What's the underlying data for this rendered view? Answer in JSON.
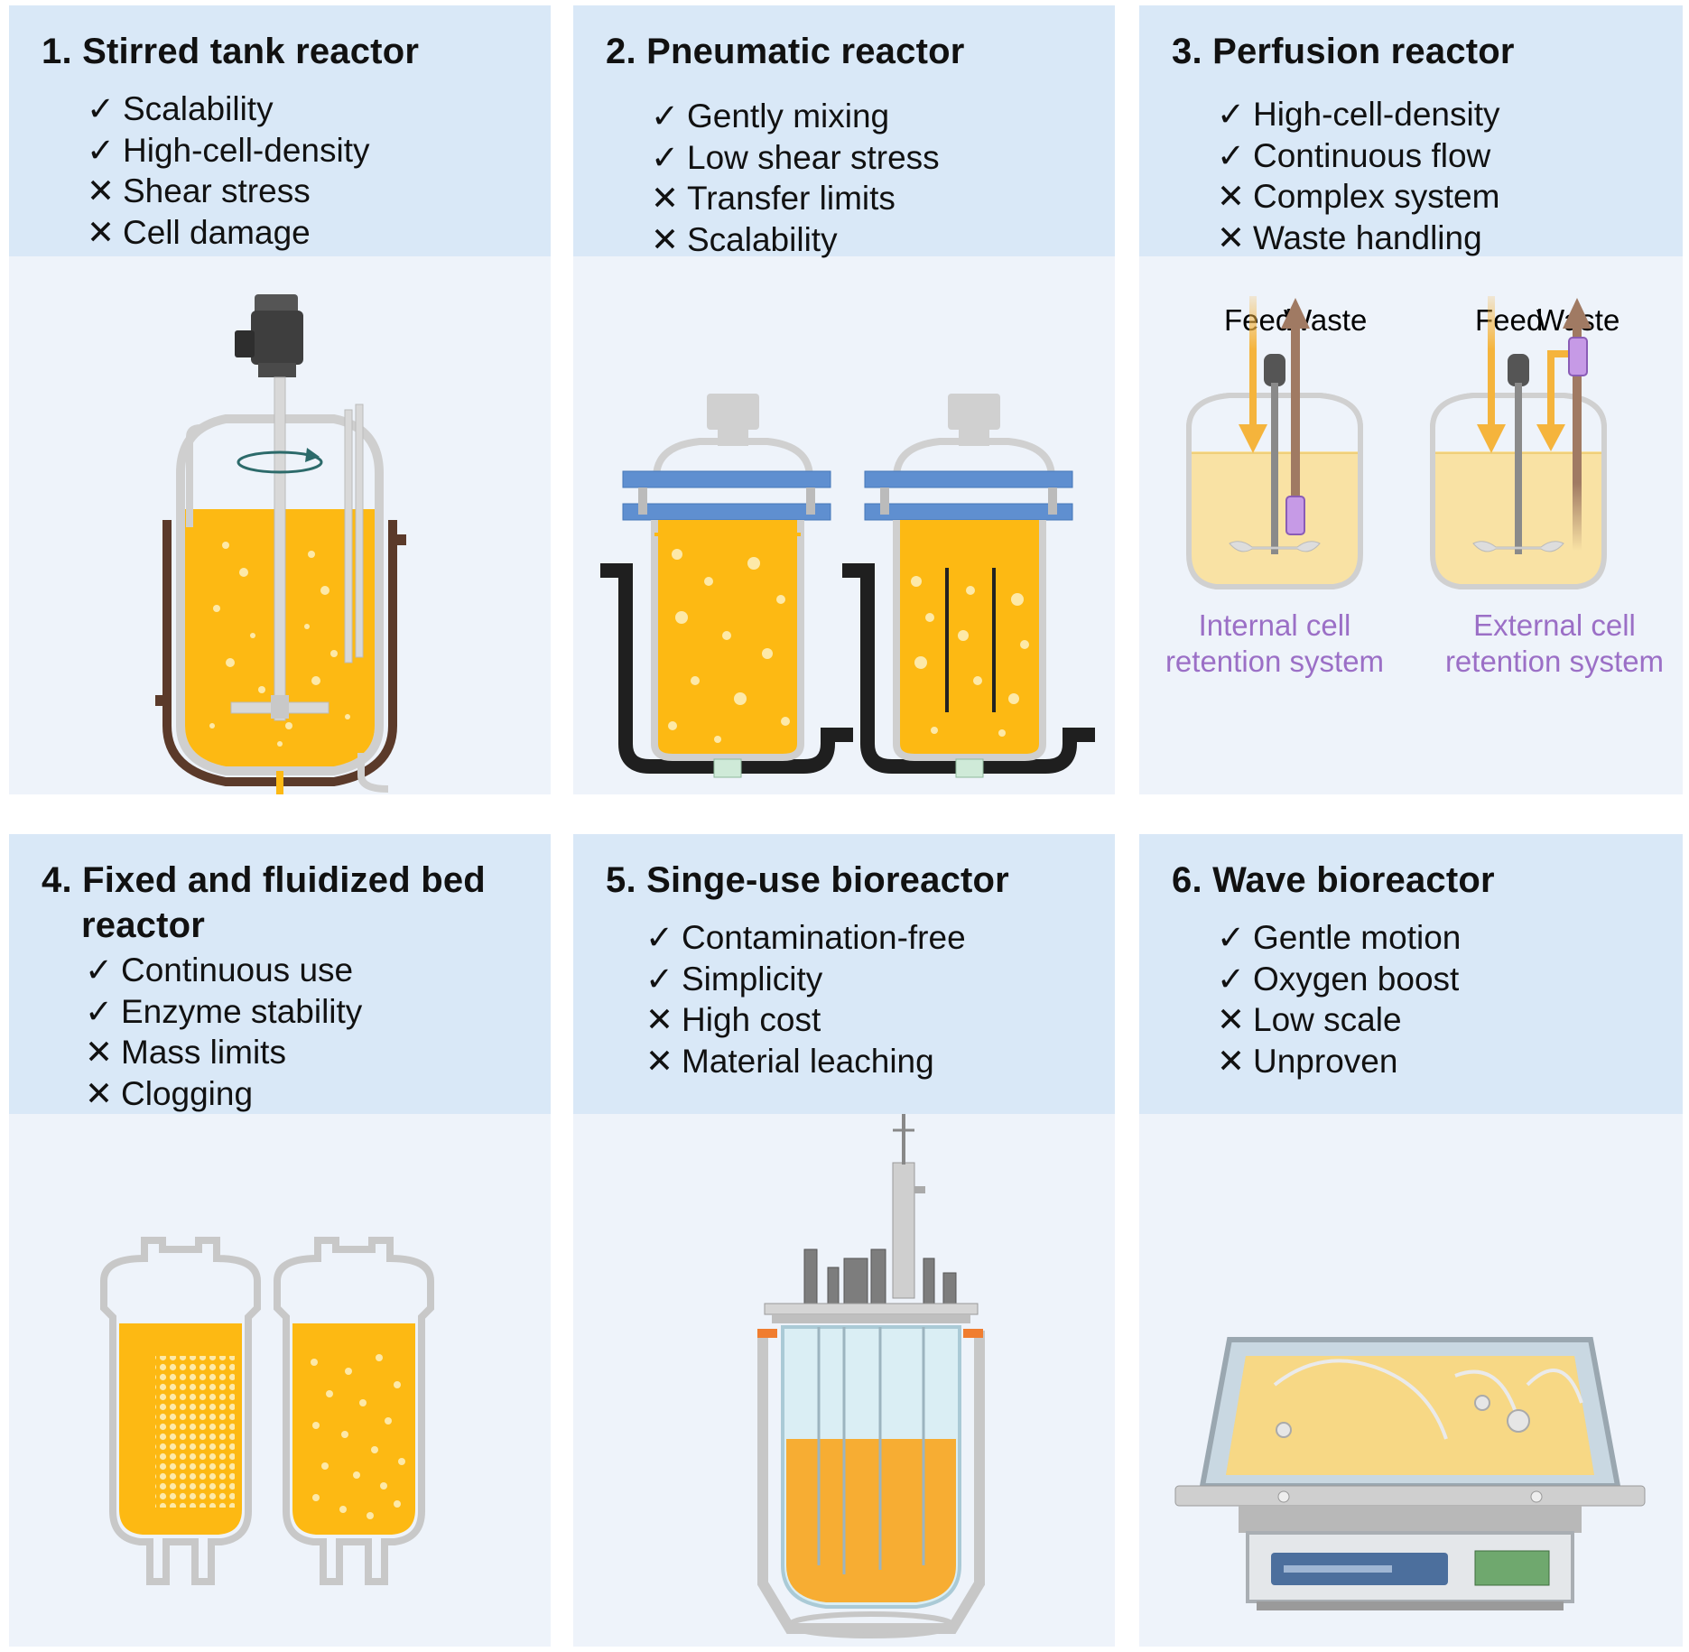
{
  "colors": {
    "header_bg": "#d9e8f7",
    "panel_bg": "#eef3fa",
    "liquid": "#fdb913",
    "pale_liquid": "#f9e2a4",
    "glass": "#d0d0d0",
    "feed_arrow": "#f5b43c",
    "waste_arrow": "#a07a63",
    "retention_label": "#9b6fc6",
    "flange": "#5f8fd0",
    "jacket": "#1f1f1f"
  },
  "panels": [
    {
      "title": "1. Stirred tank reactor",
      "features": [
        {
          "mark": "✓",
          "text": "Scalability"
        },
        {
          "mark": "✓",
          "text": "High-cell-density"
        },
        {
          "mark": "✕",
          "text": "Shear stress"
        },
        {
          "mark": "✕",
          "text": "Cell damage"
        }
      ]
    },
    {
      "title": "2. Pneumatic reactor",
      "features": [
        {
          "mark": "✓",
          "text": "Gently mixing"
        },
        {
          "mark": "✓",
          "text": "Low shear stress"
        },
        {
          "mark": "✕",
          "text": "Transfer limits"
        },
        {
          "mark": "✕",
          "text": "Scalability"
        }
      ]
    },
    {
      "title": "3. Perfusion reactor",
      "features": [
        {
          "mark": "✓",
          "text": "High-cell-density"
        },
        {
          "mark": "✓",
          "text": "Continuous flow"
        },
        {
          "mark": "✕",
          "text": "Complex system"
        },
        {
          "mark": "✕",
          "text": "Waste handling"
        }
      ],
      "diagram": {
        "feed": "Feed",
        "waste": "Waste",
        "internal_line1": "Internal cell",
        "internal_line2": "retention system",
        "external_line1": "External cell",
        "external_line2": "retention system"
      }
    },
    {
      "title": "4. Fixed and fluidized bed",
      "title_line2": "reactor",
      "features": [
        {
          "mark": "✓",
          "text": "Continuous use"
        },
        {
          "mark": "✓",
          "text": "Enzyme stability"
        },
        {
          "mark": "✕",
          "text": "Mass limits"
        },
        {
          "mark": "✕",
          "text": "Clogging"
        }
      ]
    },
    {
      "title": "5. Singe-use bioreactor",
      "features": [
        {
          "mark": "✓",
          "text": "Contamination-free"
        },
        {
          "mark": "✓",
          "text": "Simplicity"
        },
        {
          "mark": "✕",
          "text": "High cost"
        },
        {
          "mark": "✕",
          "text": "Material leaching"
        }
      ]
    },
    {
      "title": "6. Wave bioreactor",
      "features": [
        {
          "mark": "✓",
          "text": "Gentle motion"
        },
        {
          "mark": "✓",
          "text": "Oxygen boost"
        },
        {
          "mark": "✕",
          "text": "Low scale"
        },
        {
          "mark": "✕",
          "text": "Unproven"
        }
      ]
    }
  ]
}
